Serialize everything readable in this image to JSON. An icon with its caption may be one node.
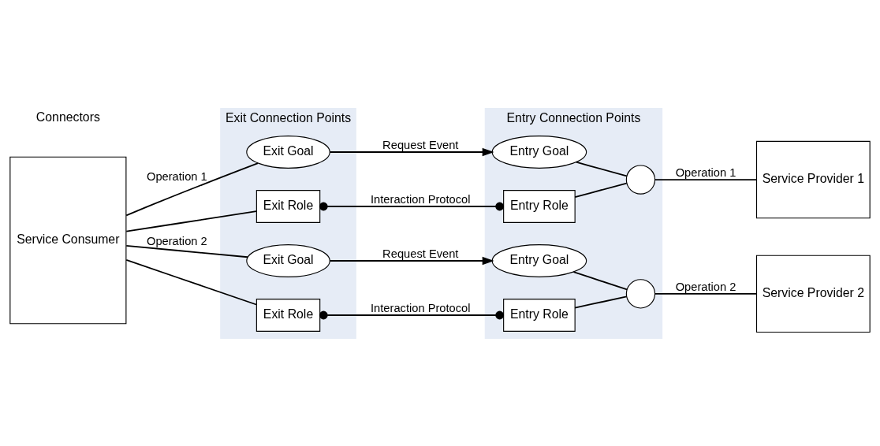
{
  "diagram": {
    "nodes": [
      {
        "text": [
          "Exit Connection Points"
        ]
      },
      {
        "text": [
          "Entry Connection Points"
        ]
      },
      {
        "text": [
          "Service Consumer"
        ]
      },
      {
        "text": [
          "Exit Goal"
        ],
        "in": 0
      },
      {
        "text": [
          "Entry Goal"
        ],
        "in": 1
      },
      {
        "text": [],
        "shape": "circle",
        "in": 1
      },
      {
        "text": [
          "Service Provider 1"
        ]
      },
      {
        "text": [
          "Exit Role"
        ],
        "in": 0
      },
      {
        "text": [
          "Entry Role"
        ],
        "in": 1
      },
      {
        "text": [
          "Exit Goal"
        ],
        "in": 0
      },
      {
        "text": [
          "Entry Goal"
        ],
        "in": 1
      },
      {
        "text": [],
        "shape": "circle",
        "in": 1
      },
      {
        "text": [
          "Service Provider 2"
        ]
      },
      {
        "text": [
          "Exit Role"
        ],
        "in": 0
      },
      {
        "text": [
          "Entry Role"
        ],
        "in": 1
      }
    ],
    "edges": [
      {
        "from": 2,
        "to": 3,
        "arrow": "none",
        "label": "Operation 1"
      },
      {
        "from": 2,
        "to": 7,
        "arrow": "none"
      },
      {
        "from": 3,
        "to": 4,
        "arrow": "to",
        "label": "Request Event"
      },
      {
        "from": 7,
        "to": 8,
        "arrow": "other",
        "label": "Interaction Protocol"
      },
      {
        "from": 4,
        "to": 5,
        "arrow": "none"
      },
      {
        "from": 8,
        "to": 5,
        "arrow": "none"
      },
      {
        "from": 5,
        "to": 6,
        "arrow": "none",
        "label": "Operation 1"
      },
      {
        "from": 2,
        "to": 9,
        "arrow": "none",
        "label": "Operation 2"
      },
      {
        "from": 2,
        "to": 13,
        "arrow": "none"
      },
      {
        "from": 9,
        "to": 10,
        "arrow": "to",
        "label": "Request Event"
      },
      {
        "from": 13,
        "to": 14,
        "arrow": "other",
        "label": "Interaction Protocol"
      },
      {
        "from": 10,
        "to": 11,
        "arrow": "none"
      },
      {
        "from": 14,
        "to": 11,
        "arrow": "none"
      },
      {
        "from": 11,
        "to": 12,
        "arrow": "none",
        "label": "Operation 2"
      }
    ],
    "labels": [
      "Connectors"
    ]
  }
}
